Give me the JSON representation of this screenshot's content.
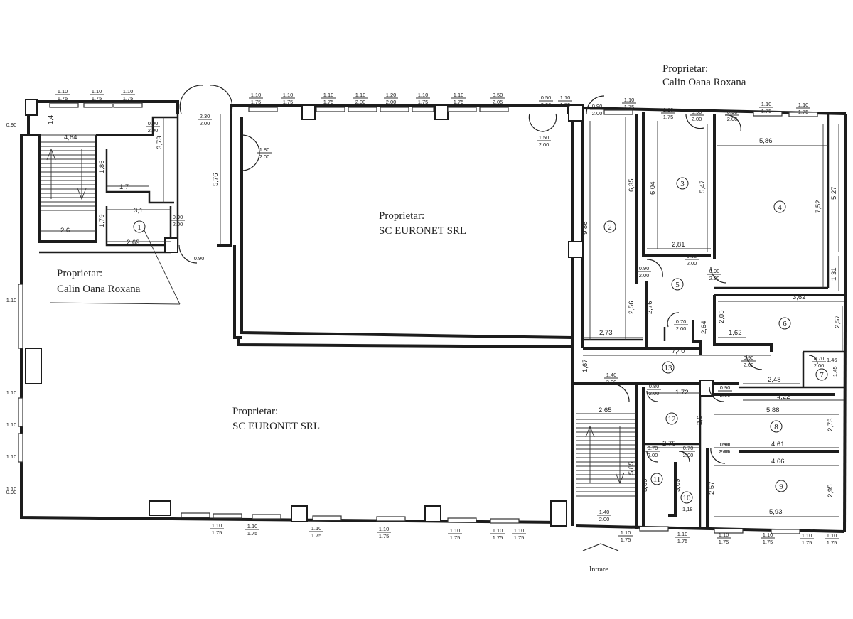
{
  "owners": {
    "top_right": [
      "Proprietar:",
      "Calin Oana Roxana"
    ],
    "left": [
      "Proprietar:",
      "Calin Oana Roxana"
    ],
    "upper_hall": [
      "Proprietar:",
      "SC EURONET SRL"
    ],
    "lower_hall": [
      "Proprietar:",
      "SC EURONET SRL"
    ]
  },
  "entrance_label": "Intrare",
  "rooms": [
    "1",
    "2",
    "3",
    "4",
    "5",
    "6",
    "7",
    "8",
    "9",
    "10",
    "11",
    "12",
    "13"
  ],
  "dimensions": {
    "d_464": "4,64",
    "d_14": "1,4",
    "d_186": "1,86",
    "d_17": "1,7",
    "d_373": "3,73",
    "d_576": "5,76",
    "d_31": "3,1",
    "d_179": "1,79",
    "d_269": "2,69",
    "d_26": "2,6",
    "d_986": "9,86",
    "d_635": "6,35",
    "d_256": "2,56",
    "d_273a": "2,73",
    "d_604": "6,04",
    "d_281": "2,81",
    "d_276a": "2,76",
    "d_547": "5,47",
    "d_586": "5,86",
    "d_752": "7,52",
    "d_527": "5,27",
    "d_131": "1,31",
    "d_362": "3,62",
    "d_205": "2,05",
    "d_162": "1,62",
    "d_257a": "2,57",
    "d_264": "2,64",
    "d_740": "7,40",
    "d_167": "1,67",
    "d_248": "2,48",
    "d_146": "1,46",
    "d_145": "1,45",
    "d_422": "4,22",
    "d_588": "5,88",
    "d_273b": "2,73",
    "d_172": "1,72",
    "d_26b": "2,6",
    "d_265": "2,65",
    "d_585": "5,85",
    "d_276b": "2,76",
    "d_309a": "3,09",
    "d_309b": "3,09",
    "d_118": "1,18",
    "d_461": "4,61",
    "d_466": "4,66",
    "d_257b": "2,57",
    "d_295": "2,95",
    "d_593": "5,93"
  },
  "doors": {
    "d1": [
      "0.90",
      "2.00"
    ],
    "d2": [
      "2.30",
      "2.00"
    ],
    "d3": [
      "1.80",
      "2.00"
    ],
    "d4": [
      "0.90",
      "2.00"
    ],
    "d5": [
      "0.90",
      ""
    ],
    "d6": [
      "1.50",
      "2.00"
    ],
    "d7": [
      "0.90",
      "2.00"
    ],
    "d8": [
      "0.90",
      "2.00"
    ],
    "d9": [
      "0.90",
      "2.00"
    ],
    "d10": [
      "0.90",
      "2.00"
    ],
    "d11": [
      "0.90",
      "2.00"
    ],
    "d12": [
      "0.90",
      "2.00"
    ],
    "d13": [
      "0.90",
      "2.00"
    ],
    "d14": [
      "0.70",
      "2.00"
    ],
    "d15": [
      "0.90",
      "2.00"
    ],
    "d16": [
      "0.70",
      "2.00"
    ],
    "d17": [
      "1.40",
      "2.00"
    ],
    "d18": [
      "0.80",
      "2.00"
    ],
    "d19": [
      "0.90",
      "2.00"
    ],
    "d20": [
      "0.70",
      "2.00"
    ],
    "d21": [
      "0.70",
      "2.00"
    ],
    "d22": [
      "0.90",
      "2.00"
    ],
    "d23": [
      "1.40",
      "2.00"
    ]
  },
  "windows": {
    "top": [
      "1.10",
      "1.10",
      "1.10",
      "1.10",
      "1.10",
      "1.10",
      "1.10",
      "1.20",
      "1.10",
      "1.10",
      "0.50",
      "0.50",
      "1.10",
      "1.10",
      "1.10",
      "1.10",
      "1.10"
    ],
    "top_sub": [
      "1.75",
      "1.75",
      "1.75",
      "1.75",
      "1.75",
      "1.75",
      "2.00",
      "2.00",
      "1.75",
      "1.75",
      "2.05",
      "2.00",
      "1.75",
      "1.75",
      "1.75",
      "1.75",
      "1.75"
    ],
    "bottom": [
      "1.10",
      "1.10",
      "1.10",
      "1.10",
      "1.10",
      "1.10",
      "1.10",
      "1.10",
      "1.10",
      "1.10",
      "1.10",
      "1.10",
      "1.10"
    ],
    "bottom_sub": [
      "1.75",
      "1.75",
      "1.75",
      "1.75",
      "1.75",
      "1.75",
      "1.75",
      "1.75",
      "1.75",
      "1.75",
      "1.75",
      "1.75",
      "1.75"
    ],
    "left": [
      "0.90",
      "1.10",
      "1.10",
      "1.10",
      "1.10",
      "1.10",
      "0.90"
    ]
  }
}
